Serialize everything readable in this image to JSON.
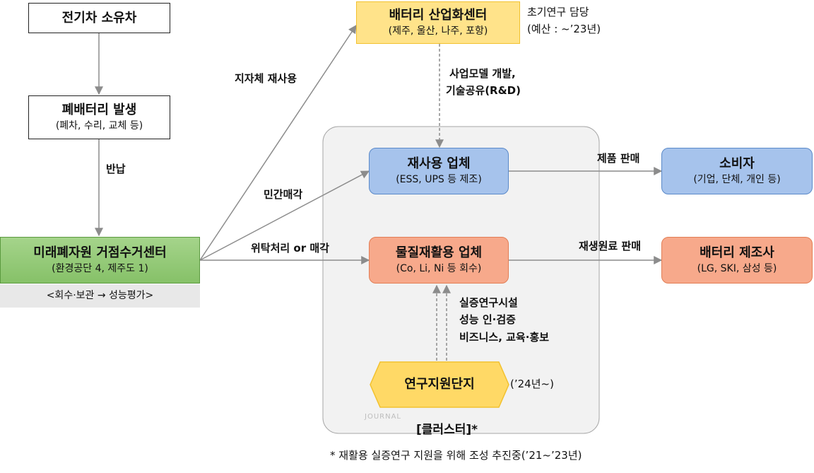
{
  "nodes": {
    "ev_owner": {
      "title": "전기차 소유차"
    },
    "waste_battery": {
      "title": "폐배터리 발생",
      "sub": "(폐차, 수리, 교체 등)"
    },
    "collection_center": {
      "title": "미래폐자원 거점수거센터",
      "sub": "(환경공단 4, 제주도 1)",
      "note": "<회수·보관 → 성능평가>"
    },
    "battery_center": {
      "title": "배터리 산업화센터",
      "sub": "(제주, 울산, 나주, 포항)"
    },
    "reuse_company": {
      "title": "재사용 업체",
      "sub": "(ESS, UPS 등 제조)"
    },
    "recycling_company": {
      "title": "물질재활용 업체",
      "sub": "(Co, Li, Ni 등 회수)"
    },
    "consumer": {
      "title": "소비자",
      "sub": "(기업, 단체, 개인 등)"
    },
    "battery_maker": {
      "title": "배터리 제조사",
      "sub": "(LG, SKI, 삼성 등)"
    },
    "research_complex": {
      "title": "연구지원단지"
    }
  },
  "labels": {
    "return": "반납",
    "local_reuse": "지자체 재사용",
    "private_sale": "민간매각",
    "consign": "위탁처리 or 매각",
    "business_model_1": "사업모델 개발,",
    "business_model_2": "기술공유(R&D)",
    "product_sale": "제품 판매",
    "material_sale": "재생원료 판매",
    "research_1": "실증연구시설",
    "research_2": "성능 인·검증",
    "research_3": "비즈니스, 교육·홍보",
    "early_research_1": "초기연구 담당",
    "early_research_2": "(예산 : ~’23년)",
    "research_period": "(’24년~)",
    "cluster": "[클러스터]*",
    "footnote": "* 재활용 실증연구 지원을 위해 조성 추진중(’21~’23년)",
    "watermark": "JOURNAL"
  },
  "colors": {
    "yellow_fill": "#ffe38a",
    "blue_fill": "#a6c3ec",
    "orange_fill": "#f7a98b",
    "green_fill": "#86c168",
    "cluster_fill": "#f2f2f2",
    "arrow": "#8c8c8c"
  }
}
